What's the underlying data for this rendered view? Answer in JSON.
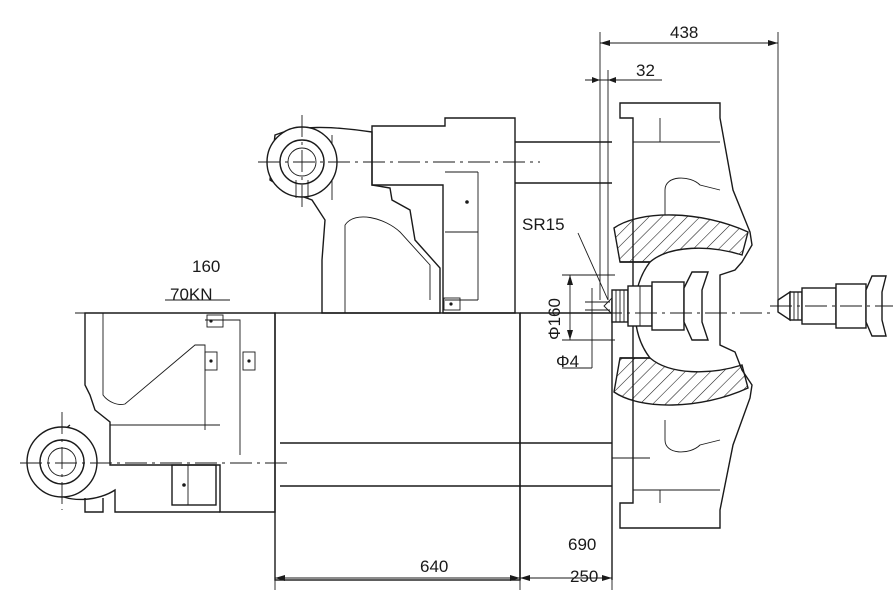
{
  "labels": {
    "d438": "438",
    "d32": "32",
    "sr15": "SR15",
    "d160": "160",
    "f70": "70KN",
    "phi160": "Φ160",
    "phi4": "Φ4",
    "d690": "690",
    "d640": "640",
    "d250": "250"
  }
}
